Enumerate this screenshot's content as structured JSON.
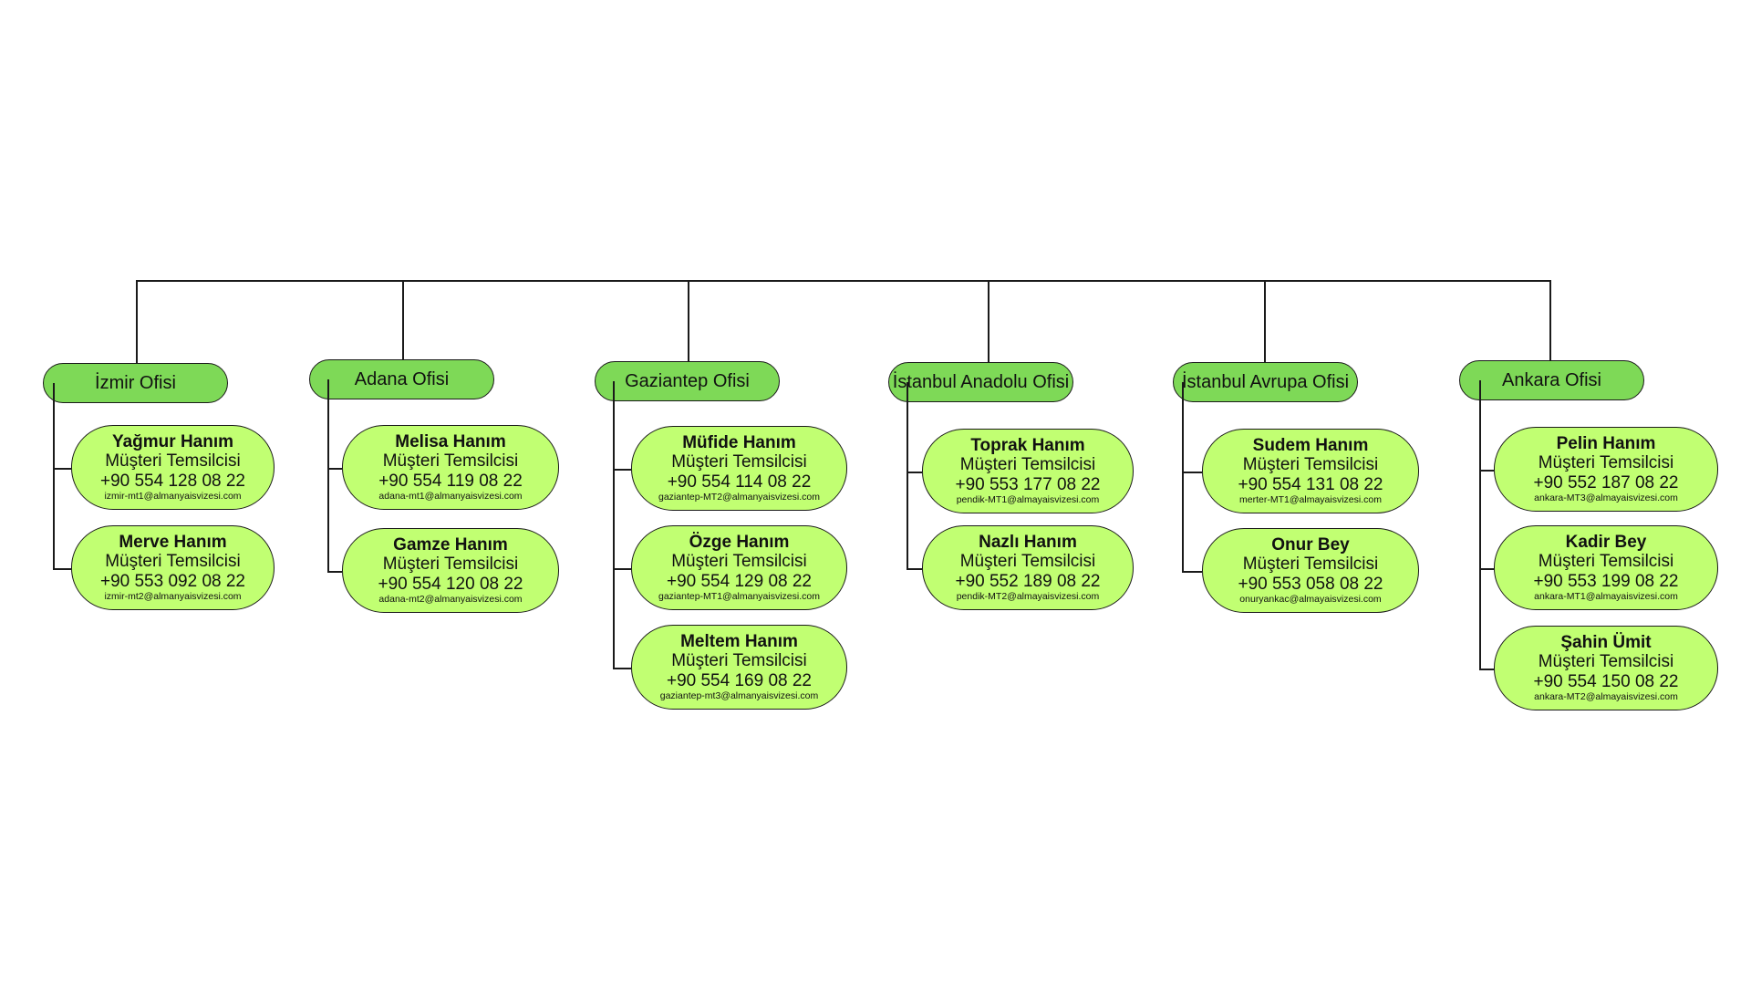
{
  "colors": {
    "office_fill": "#7ed957",
    "card_fill": "#c1ff72",
    "line": "#1a1a1a",
    "background": "#ffffff"
  },
  "offices": [
    {
      "name": "İzmir Ofisi",
      "people": [
        {
          "name": "Yağmur Hanım",
          "role": "Müşteri Temsilcisi",
          "phone": "+90 554 128 08 22",
          "email": "izmir-mt1@almanyaisvizesi.com"
        },
        {
          "name": "Merve Hanım",
          "role": "Müşteri Temsilcisi",
          "phone": "+90 553 092 08 22",
          "email": "izmir-mt2@almanyaisvizesi.com"
        }
      ]
    },
    {
      "name": "Adana Ofisi",
      "people": [
        {
          "name": "Melisa Hanım",
          "role": "Müşteri Temsilcisi",
          "phone": "+90 554 119 08 22",
          "email": "adana-mt1@almanyaisvizesi.com"
        },
        {
          "name": "Gamze Hanım",
          "role": "Müşteri Temsilcisi",
          "phone": "+90 554 120 08 22",
          "email": "adana-mt2@almanyaisvizesi.com"
        }
      ]
    },
    {
      "name": "Gaziantep Ofisi",
      "people": [
        {
          "name": "Müfide Hanım",
          "role": "Müşteri Temsilcisi",
          "phone": "+90 554 114 08 22",
          "email": "gaziantep-MT2@almanyaisvizesi.com"
        },
        {
          "name": "Özge Hanım",
          "role": "Müşteri Temsilcisi",
          "phone": "+90 554 129 08 22",
          "email": "gaziantep-MT1@almanyaisvizesi.com"
        },
        {
          "name": "Meltem Hanım",
          "role": "Müşteri Temsilcisi",
          "phone": "+90 554 169 08 22",
          "email": "gaziantep-mt3@almanyaisvizesi.com"
        }
      ]
    },
    {
      "name": "İstanbul Anadolu Ofisi",
      "people": [
        {
          "name": "Toprak Hanım",
          "role": "Müşteri Temsilcisi",
          "phone": "+90 553 177 08 22",
          "email": "pendik-MT1@almayaisvizesi.com"
        },
        {
          "name": "Nazlı Hanım",
          "role": "Müşteri Temsilcisi",
          "phone": "+90 552 189 08 22",
          "email": "pendik-MT2@almayaisvizesi.com"
        }
      ]
    },
    {
      "name": "İstanbul Avrupa Ofisi",
      "people": [
        {
          "name": "Sudem Hanım",
          "role": "Müşteri Temsilcisi",
          "phone": "+90 554 131 08 22",
          "email": "merter-MT1@almayaisvizesi.com"
        },
        {
          "name": "Onur Bey",
          "role": "Müşteri Temsilcisi",
          "phone": "+90 553 058 08 22",
          "email": "onuryankac@almayaisvizesi.com"
        }
      ]
    },
    {
      "name": "Ankara Ofisi",
      "people": [
        {
          "name": "Pelin Hanım",
          "role": "Müşteri Temsilcisi",
          "phone": "+90 552 187 08 22",
          "email": "ankara-MT3@almayaisvizesi.com"
        },
        {
          "name": "Kadir Bey",
          "role": "Müşteri Temsilcisi",
          "phone": "+90 553 199 08 22",
          "email": "ankara-MT1@almayaisvizesi.com"
        },
        {
          "name": "Şahin Ümit",
          "role": "Müşteri Temsilcisi",
          "phone": "+90 554 150 08 22",
          "email": "ankara-MT2@almayaisvizesi.com"
        }
      ]
    }
  ]
}
